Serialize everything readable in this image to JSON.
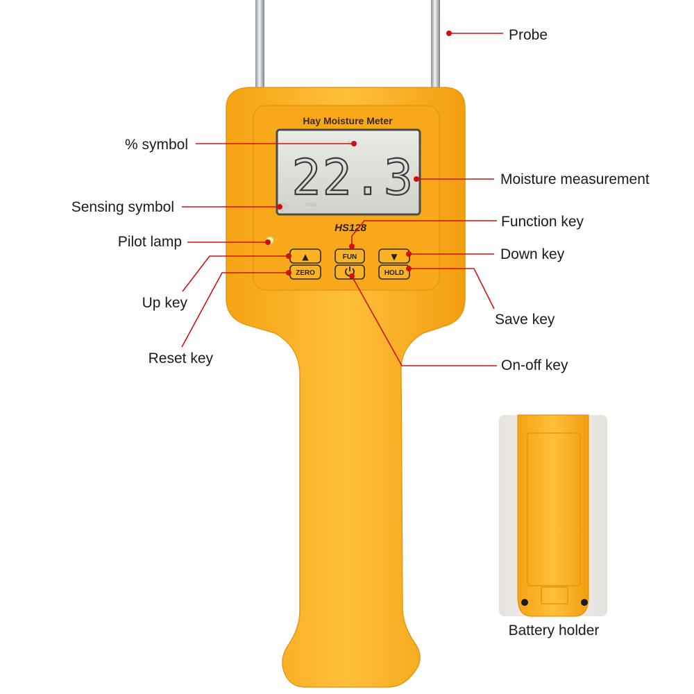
{
  "device": {
    "title": "Hay Moisture Meter",
    "model": "HS128",
    "reading": "22.3",
    "max_label": "max",
    "keys": {
      "up": "▲",
      "zero": "ZERO",
      "fun": "FUN",
      "power": "⏻",
      "down": "▼",
      "hold": "HOLD"
    }
  },
  "labels": {
    "probe": "Probe",
    "percent_symbol": "% symbol",
    "moisture_measurement": "Moisture measurement",
    "sensing_symbol": "Sensing symbol",
    "pilot_lamp": "Pilot lamp",
    "function_key": "Function key",
    "down_key": "Down key",
    "up_key": "Up key",
    "save_key": "Save key",
    "reset_key": "Reset key",
    "on_off_key": "On-off key",
    "battery_holder": "Battery holder"
  },
  "colors": {
    "body": "#fbb020",
    "body_dark": "#e8960e",
    "face": "#f9a919",
    "lcd": "#d9ddd6",
    "leader": "#d01010",
    "probe": "#c8ccd0"
  }
}
